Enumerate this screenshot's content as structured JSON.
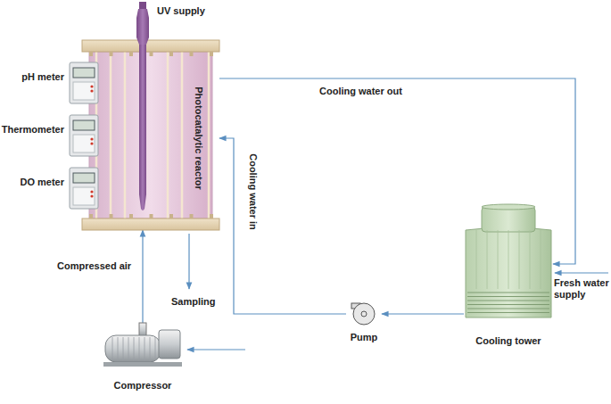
{
  "diagram": {
    "nodes": [
      {
        "text": [
          "Photocatalytic reactor"
        ]
      },
      {
        "text": [
          "UV supply"
        ],
        "in": 0
      },
      {
        "text": [
          "pH meter"
        ]
      },
      {
        "text": [
          "Thermometer"
        ]
      },
      {
        "text": [
          "DO meter"
        ]
      },
      {
        "text": [
          "Compressor"
        ]
      },
      {
        "text": [
          "Pump"
        ]
      },
      {
        "text": [
          "Cooling tower"
        ]
      }
    ],
    "edges": [
      {
        "from": 5,
        "to": 0,
        "arrow": "to",
        "label": "Compressed air"
      },
      {
        "from": 0,
        "to": 7,
        "arrow": "to",
        "label": "Cooling water out"
      },
      {
        "from": 7,
        "to": 6,
        "arrow": "to"
      },
      {
        "from": 6,
        "to": 0,
        "arrow": "to",
        "label": "Cooling water in"
      }
    ],
    "labels": [
      "Sampling",
      "Fresh water supply"
    ]
  }
}
